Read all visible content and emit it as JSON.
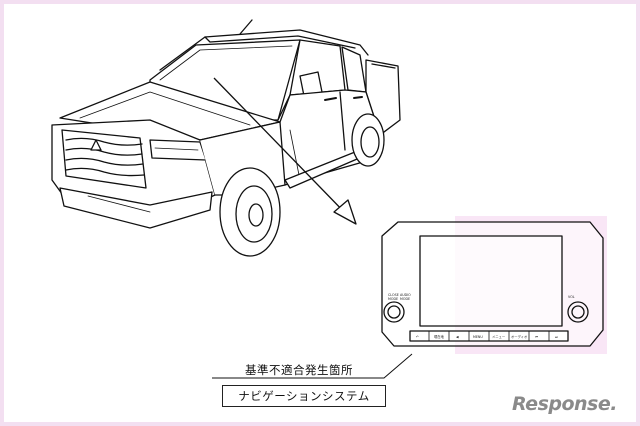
{
  "labels": {
    "defect_location": "基準不適合発生箇所",
    "component": "ナビゲーションシステム"
  },
  "head_unit": {
    "top_left_button_labels": [
      "CLOSE\nMODE",
      "AUDIO\nMODE"
    ],
    "top_right_label": "VOL",
    "bottom_buttons": [
      "↶",
      "現在地",
      "◀",
      "MENU",
      "メニュー",
      "オーディオ",
      "⏮",
      "⏭"
    ]
  },
  "watermark": {
    "brand": "Response."
  },
  "colors": {
    "highlight": "#f8e2f5",
    "line": "#111111",
    "watermark": "#8a8a8a"
  }
}
